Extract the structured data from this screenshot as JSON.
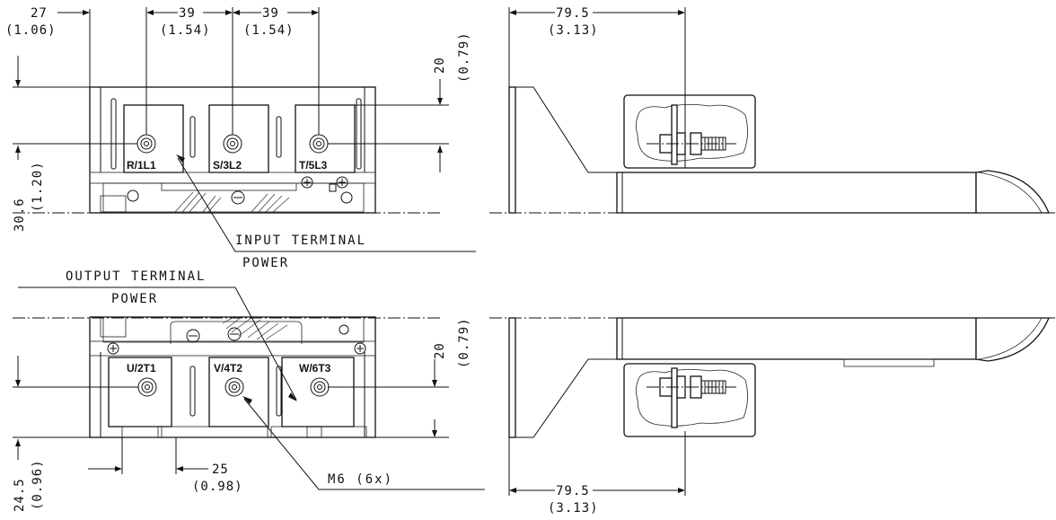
{
  "dimensions": {
    "top_left_27": "27",
    "top_left_27_in": "(1.06)",
    "pitch_a": "39",
    "pitch_a_in": "(1.54)",
    "pitch_b": "39",
    "pitch_b_in": "(1.54)",
    "top_20": "20",
    "top_20_in": "(0.79)",
    "left_30_6": "30.6",
    "left_30_6_in": "(1.20)",
    "top_side_79_5": "79.5",
    "top_side_79_5_in": "(3.13)",
    "bottom_20": "20",
    "bottom_20_in": "(0.79)",
    "left_24_5": "24.5",
    "left_24_5_in": "(0.96)",
    "bottom_25": "25",
    "bottom_25_in": "(0.98)",
    "bottom_side_79_5": "79.5",
    "bottom_side_79_5_in": "(3.13)"
  },
  "labels": {
    "input_terminal": "INPUT TERMINAL",
    "input_power": "POWER",
    "output_terminal": "OUTPUT TERMINAL",
    "output_power": "POWER",
    "bolt_note": "M6 (6x)"
  },
  "terminals": {
    "input": [
      "R/1L1",
      "S/3L2",
      "T/5L3"
    ],
    "output": [
      "U/2T1",
      "V/4T2",
      "W/6T3"
    ]
  }
}
